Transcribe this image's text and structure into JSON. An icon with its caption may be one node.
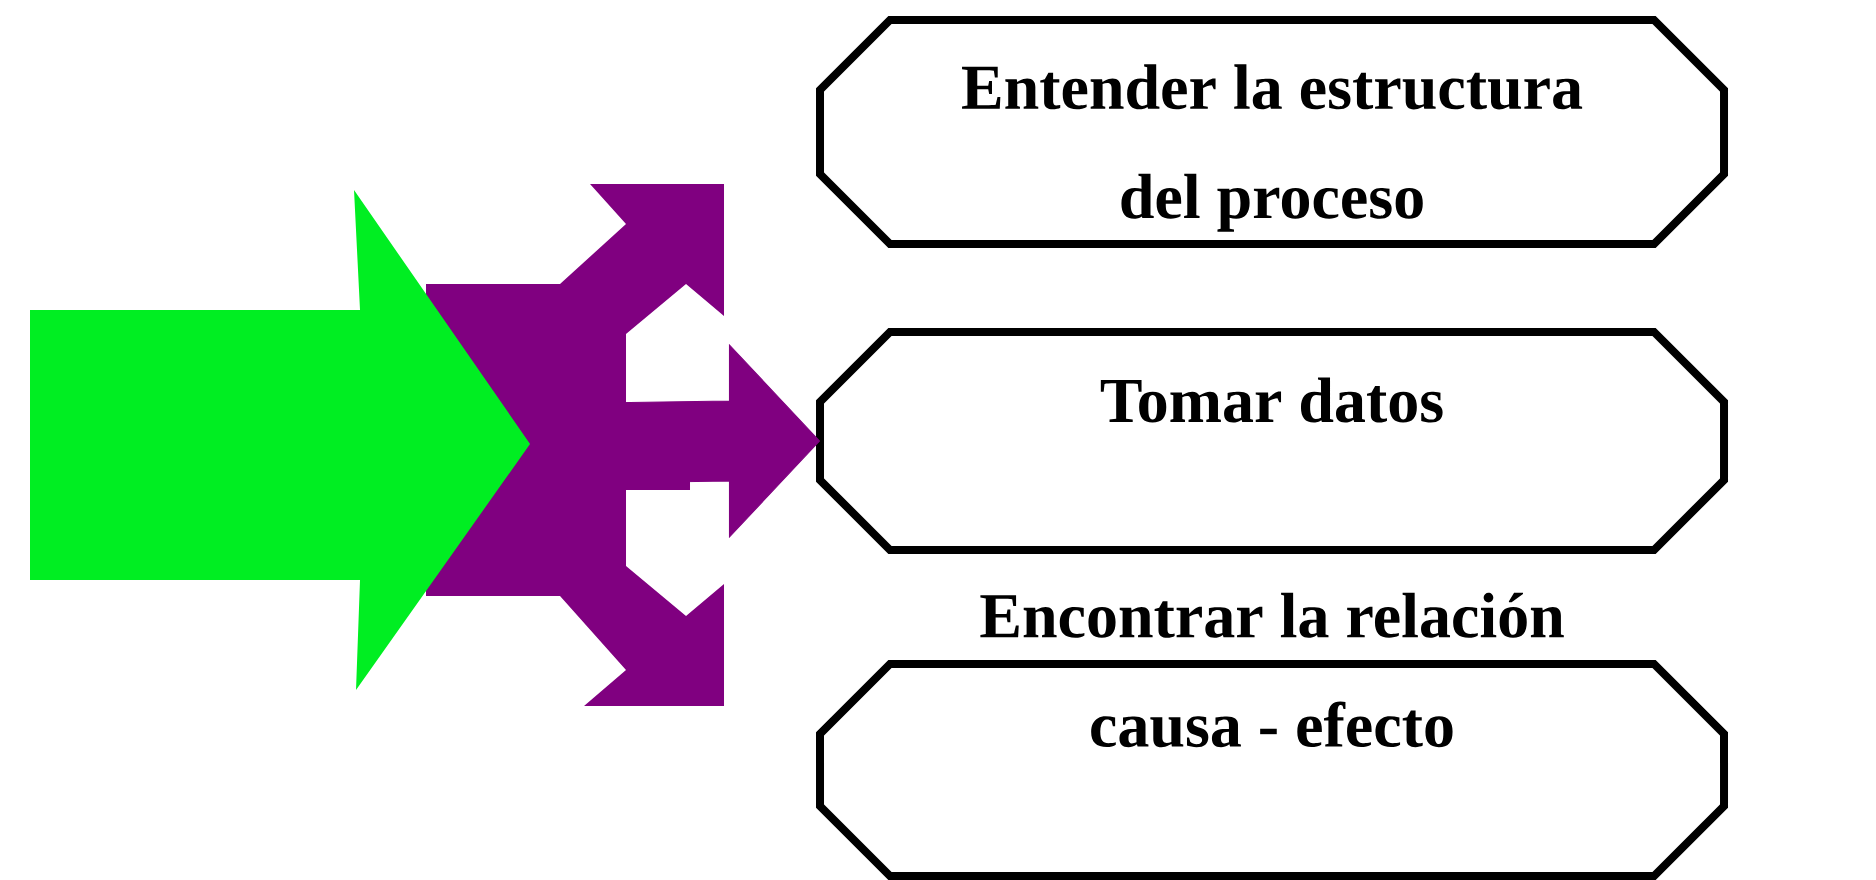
{
  "diagram": {
    "nodes": [
      {
        "text": [
          "Entender la estructura del proceso"
        ]
      },
      {
        "text": [
          "Tomar datos"
        ]
      },
      {
        "text": [
          "Encontrar la relación causa - efecto"
        ]
      },
      {
        "text": [],
        "shape": "arrow"
      }
    ],
    "edges": [
      {
        "from": 3,
        "to": 1,
        "arrow": "to",
        "style": "thick",
        "color": "#800080"
      }
    ]
  }
}
